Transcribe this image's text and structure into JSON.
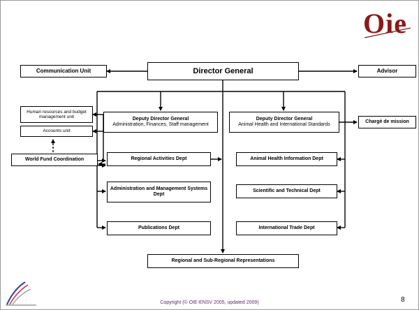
{
  "logo": {
    "text": "Oie"
  },
  "boxes": {
    "director_general": "Director General",
    "communication_unit": "Communication Unit",
    "advisor": "Advisor",
    "hr_budget_unit": "Human resources and budget management unit",
    "accounts_unit": "Accounts unit",
    "world_fund": "World Fund Coordination",
    "ddg_admin_title": "Deputy Director General",
    "ddg_admin_sub": "Administration, Finances, Staff management",
    "ddg_health_title": "Deputy Director General",
    "ddg_health_sub": "Animal Health and International Standards",
    "charge_de_mission": "Chargé de mission",
    "regional_activities": "Regional Activities Dept",
    "admin_mgmt_systems": "Administration and Management Systems Dept",
    "publications": "Publications Dept",
    "animal_health_info": "Animal Health Information Dept",
    "scientific_technical": "Scientific and Technical Dept",
    "international_trade": "International Trade Dept",
    "regional_representations": "Regional and Sub-Regional Representations"
  },
  "footer": {
    "copyright": "Copyright (© OIE-ENSV 2005, updated 2009)",
    "page": "8"
  }
}
